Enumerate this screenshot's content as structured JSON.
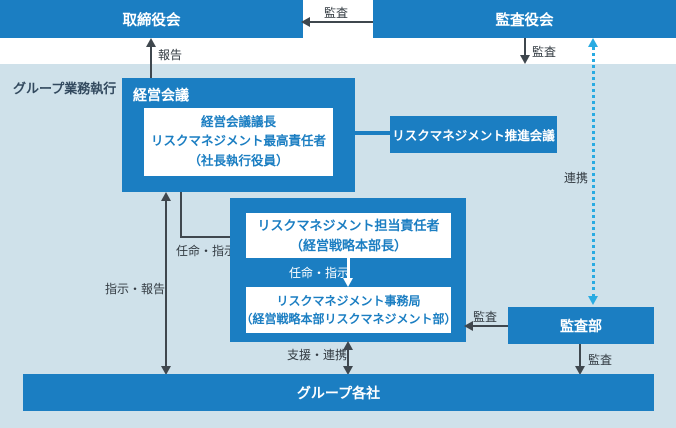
{
  "colors": {
    "box_blue": "#1b7ec2",
    "background_light_blue": "#cfe1ea",
    "arrow_dark_gray": "#3f474e",
    "dotted_line_blue": "#29abe2",
    "section_label_navy": "#32495e"
  },
  "top": {
    "board_of_directors": "取締役会",
    "audit_supervisory_board": "監査役会"
  },
  "section_label": "グループ業務執行",
  "boxes": {
    "management_meeting": {
      "title": "経営会議",
      "chair_line1": "経営会議議長",
      "chair_line2": "リスクマネジメント最高責任者",
      "chair_line3": "（社長執行役員）"
    },
    "promotion_committee": {
      "label": "リスクマネジメント推進会議"
    },
    "responsible_officer": {
      "line1": "リスクマネジメント担当責任者",
      "line2": "（経営戦略本部長）"
    },
    "secretariat": {
      "line1": "リスクマネジメント事務局",
      "line2": "（経営戦略本部リスクマネジメント部）"
    },
    "audit_department": {
      "label": "監査部"
    },
    "group_companies": {
      "label": "グループ各社"
    }
  },
  "arrow_labels": {
    "audit_top": "監査",
    "report": "報告",
    "audit_right": "監査",
    "collaboration": "連携",
    "instruction_report": "指示・報告",
    "appointment_instruction_outer": "任命・指示",
    "appointment_instruction_inner": "任命・指示",
    "audit_mid": "監査",
    "audit_bottom": "監査",
    "support_collaboration": "支援・連携"
  }
}
